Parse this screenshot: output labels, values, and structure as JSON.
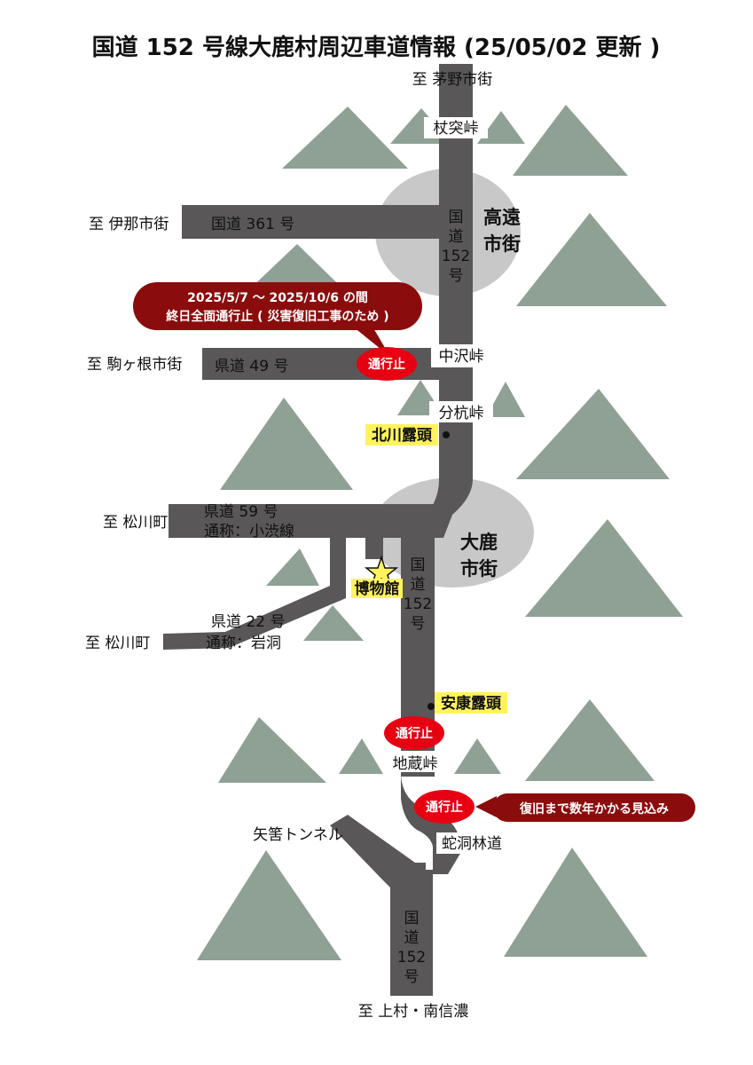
{
  "title": "国道 152 号線大鹿村周辺車道情報 (25/05/02 更新 )",
  "colors": {
    "road": "#595757",
    "mountain": "#8fa095",
    "town": "#c8c8c8",
    "closure_red": "#e60012",
    "callout_dark": "#8b0c0c",
    "highlight": "#fff35c"
  },
  "destinations": {
    "north": "至 茅野市街",
    "ina": "至 伊那市街",
    "komagane": "至 駒ヶ根市街",
    "matsukawa1": "至 松川町",
    "matsukawa2": "至 松川町",
    "south": "至 上村・南信濃"
  },
  "places": {
    "tsuetsuki_pass": "杖突峠",
    "nakazawa_pass": "中沢峠",
    "bunkui_pass": "分杭峠",
    "jizo_pass": "地蔵峠",
    "yagasa_tunnel": "矢筈トンネル",
    "jahora_forest_road": "蛇洞林道",
    "kitagawa_outcrop": "北川露頭",
    "anyasu_outcrop": "安康露頭",
    "museum": "博物館"
  },
  "towns": {
    "takato_line1": "高遠",
    "takato_line2": "市街",
    "oshika_line1": "大鹿",
    "oshika_line2": "市街"
  },
  "roads": {
    "r361": "国道 361 号",
    "pref49": "県道 49 号",
    "pref59_line1": "県道 59 号",
    "pref59_line2": "通称：小渋線",
    "pref22_line1": "県道 22 号",
    "pref22_line2": "通称：岩洞",
    "r152_north": [
      "国",
      "道",
      "152",
      "号"
    ],
    "r152_mid": [
      "国",
      "道",
      "152",
      "号"
    ],
    "r152_south": [
      "国",
      "道",
      "152",
      "号"
    ]
  },
  "closures": {
    "closure1": "通行止",
    "closure2": "通行止",
    "closure3": "通行止",
    "callout1_line1": "2025/5/7 ～ 2025/10/6 の間",
    "callout1_line2": "終日全面通行止 ( 災害復旧工事のため )",
    "callout2": "復旧まで数年かかる見込み"
  }
}
